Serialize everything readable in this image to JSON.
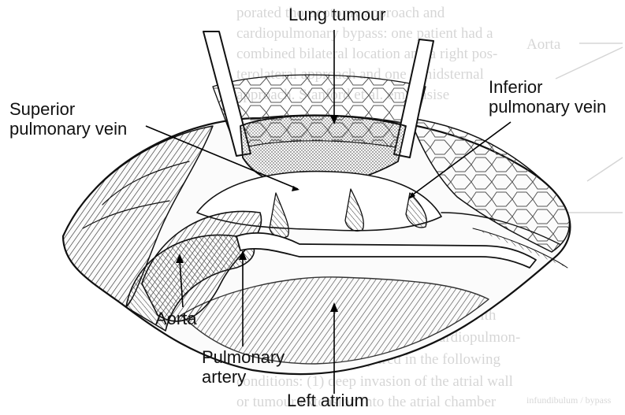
{
  "figure": {
    "labels": {
      "lung_tumour": "Lung tumour",
      "inferior_vein_line1": "Inferior",
      "inferior_vein_line2": "pulmonary vein",
      "superior_vein_line1": "Superior",
      "superior_vein_line2": "pulmonary vein",
      "aorta": "Aorta",
      "pulmonary_artery_line1": "Pulmonary",
      "pulmonary_artery_line2": "artery",
      "left_atrium": "Left atrium"
    },
    "ghost_text": {
      "aorta_mirror": "Aorta"
    }
  }
}
